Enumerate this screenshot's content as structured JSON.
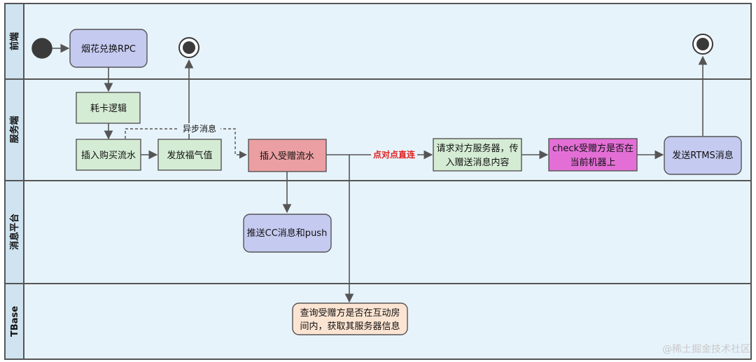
{
  "lanes": [
    {
      "id": "frontend",
      "label": "前端"
    },
    {
      "id": "server",
      "label": "服务端"
    },
    {
      "id": "msg",
      "label": "消息平台"
    },
    {
      "id": "tbase",
      "label": "TBase"
    }
  ],
  "nodes": {
    "rpc": {
      "text": [
        "烟花兑换RPC"
      ]
    },
    "card": {
      "text": [
        "耗卡逻辑"
      ]
    },
    "buy": {
      "text": [
        "插入购买流水"
      ]
    },
    "luck": {
      "text": [
        "发放福气值"
      ]
    },
    "gift": {
      "text": [
        "插入受赠流水"
      ]
    },
    "req": {
      "text": [
        "请求对方服务器，传",
        "入赠送消息内容"
      ]
    },
    "check": {
      "text": [
        "check受赠方是否在",
        "当前机器上"
      ]
    },
    "rtms": {
      "text": [
        "发送RTMS消息"
      ]
    },
    "cc": {
      "text": [
        "推送CC消息和push"
      ]
    },
    "query": {
      "text": [
        "查询受赠方是否在互动房",
        "间内，获取其服务器信息"
      ]
    }
  },
  "edge_labels": {
    "async": "异步消息",
    "p2p": "点对点直连"
  },
  "watermark": "@稀土掘金技术社区",
  "colors": {
    "lane_bg": "#e7f3fb",
    "lane_head": "#cfe3f0",
    "purple": "#c5caf0",
    "green": "#d5ecd4",
    "red": "#ec9fa2",
    "magenta": "#e36fd6",
    "peach": "#fce4d2",
    "red_label": "#e02020"
  }
}
